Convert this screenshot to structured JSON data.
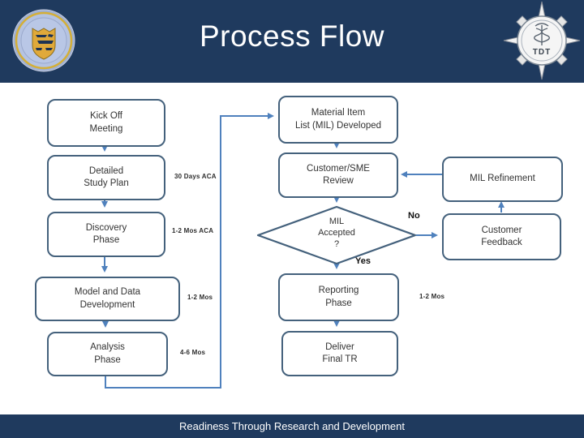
{
  "slide": {
    "title": "Process Flow",
    "footer_text": "Readiness Through Research and Development"
  },
  "logos": {
    "left_seal": "naval-shield-seal",
    "right_seal": "tdt-compass-seal",
    "right_monogram": "TDT"
  },
  "flow": {
    "kickoff": "Kick Off\nMeeting",
    "detailed": "Detailed\nStudy Plan",
    "discovery": "Discovery\nPhase",
    "model": "Model and Data\nDevelopment",
    "analysis": "Analysis\nPhase",
    "mil_developed": "Material Item\nList (MIL) Developed",
    "customer_sme": "Customer/SME\nReview",
    "mil_accepted": "MIL\nAccepted\n?",
    "reporting": "Reporting\nPhase",
    "deliver": "Deliver\nFinal TR",
    "mil_refinement": "MIL Refinement",
    "customer_feedback": "Customer\nFeedback"
  },
  "durations": {
    "detailed": "30 Days ACA",
    "discovery": "1-2 Mos ACA",
    "model": "1-2 Mos",
    "analysis": "4-6 Mos",
    "reporting": "1-2 Mos"
  },
  "decision": {
    "no": "No",
    "yes": "Yes"
  },
  "colors": {
    "header_bg": "#1f3a5e",
    "box_border": "#44617c",
    "arrow": "#4f81bd",
    "box_text": "#333333",
    "shield_gold": "#e0a93a"
  }
}
